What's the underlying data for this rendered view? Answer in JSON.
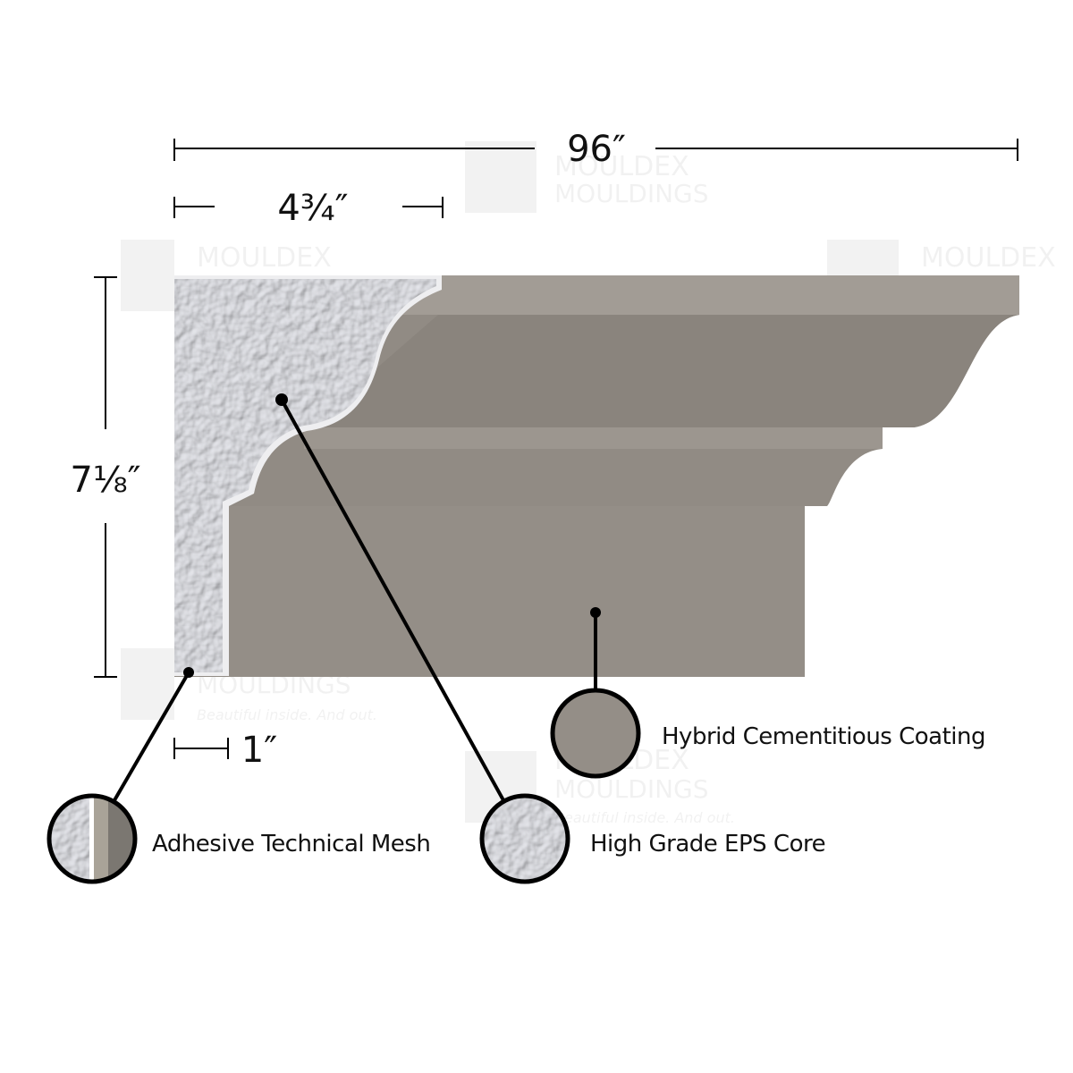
{
  "dimensions": {
    "length": "96″",
    "depth": "4¾″",
    "height": "7⅛″",
    "mesh_offset": "1″"
  },
  "callouts": [
    {
      "label": "Hybrid Cementitious Coating",
      "icon": "coating-swatch"
    },
    {
      "label": "Adhesive Technical Mesh",
      "icon": "mesh-swatch"
    },
    {
      "label": "High Grade EPS Core",
      "icon": "eps-swatch"
    }
  ],
  "watermark": {
    "line1": "MOULDEX",
    "line2": "MOULDINGS",
    "tagline": "Beautiful inside. And out."
  },
  "colors": {
    "coating": "#918b84",
    "coating_top": "#a29c95",
    "eps": "#dcdde2",
    "lines": "#000000"
  }
}
